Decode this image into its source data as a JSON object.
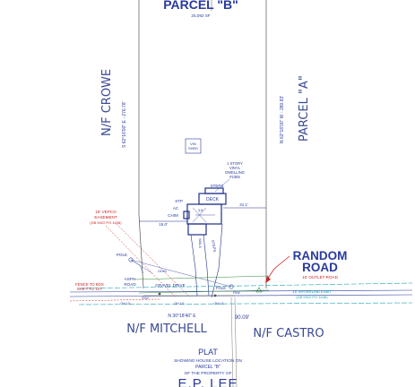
{
  "parcel_b": {
    "title": "PARCEL \"B\"",
    "area": "25,092 SF"
  },
  "left_owner": "N/F CROWE",
  "left_bearing": "S 62°16'00\" E - 276.78'",
  "right_parcel": "PARCEL \"A\"",
  "right_bearing": "N 62°16'00\" W - 280.83'",
  "shed": {
    "line1": "VIN",
    "line2": "SHED"
  },
  "dwelling": {
    "line1": "1 STORY",
    "line2": "VINYL",
    "line3": "DWELLING",
    "line4": "#2365"
  },
  "steps_top": "STEPS",
  "deck": "DECK",
  "stp": "STP",
  "ac": "AC",
  "chim": "CHIM",
  "dim_left": "15.0'",
  "dim_right": "31.1'",
  "dim_mid": "3.6'",
  "steps_side": "STEPS",
  "walk": "WALK",
  "easement": {
    "line1": "15' VEPCO",
    "line2": "EASEMENT",
    "line3": "(DB 5922 PG 1638)"
  },
  "pole_left": "POLE",
  "pole_right": "POLE",
  "fence": {
    "line1": "FENCE TO BOX",
    "line2": "SHIFT TO 1ST"
  },
  "asph": {
    "line1": "ASPH",
    "line2": "ROAD"
  },
  "gravel_drive": "GRAVEL DRIVE",
  "rw_left": "R/W",
  "rw_right": "R/W",
  "ohw": "OHW",
  "cw_labels": [
    "OH LG",
    "OH LG",
    "OH LG"
  ],
  "random_road": {
    "line1": "RANDOM",
    "line2": "ROAD",
    "line3": "10' OUTLET ROAD"
  },
  "watershed": {
    "line1": "15' WATERLINE ESMT",
    "line2": "(DB 5922 PG 1638)"
  },
  "bottom_bearing": "N 30°18'40\" E",
  "bottom_dist": "90.09'",
  "mitchell": "N/F MITCHELL",
  "castro": "N/F CASTRO",
  "plat": {
    "title": "PLAT",
    "line1": "SHOWING HOUSE LOCATION ON",
    "line2": "PARCEL \"B\"",
    "line3": "OF THE PROPERTY OF",
    "owner": "E.P. LEE"
  },
  "colors": {
    "ink": "#2a3a9c",
    "red": "#cc2020",
    "teal": "#1aa0b0",
    "green": "#2e8b3a",
    "gray": "#7a7a7a"
  }
}
